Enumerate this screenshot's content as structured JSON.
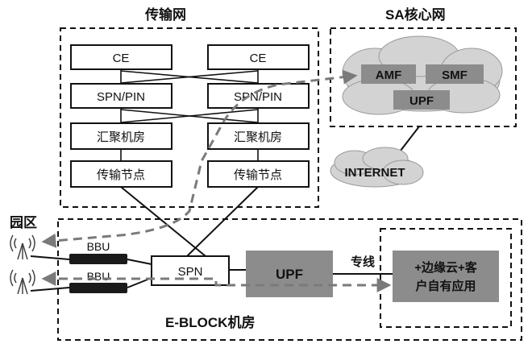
{
  "transport": {
    "title": "传输网",
    "left_stack": [
      "CE",
      "SPN/PIN",
      "汇聚机房",
      "传输节点"
    ],
    "right_stack": [
      "CE",
      "SPN/PIN",
      "汇聚机房",
      "传输节点"
    ]
  },
  "sa_core": {
    "title": "SA核心网",
    "nodes": [
      "AMF",
      "SMF",
      "UPF"
    ]
  },
  "internet_label": "INTERNET",
  "campus_label": "园区",
  "eblock": {
    "title": "E-BLOCK机房",
    "bbu_labels": [
      "BBU",
      "BBU"
    ],
    "spn_label": "SPN",
    "upf_label": "UPF",
    "link_label": "专线",
    "edge_app_line1": "+边缘云+客",
    "edge_app_line2": "户自有应用"
  },
  "colors": {
    "box_fill": "#ffffff",
    "node_fill": "#8c8c8c",
    "cloud_fill": "#d3d3d3",
    "bbu_fill": "#1a1a1a",
    "line": "#111111",
    "dashed_arrow": "#7a7a7a"
  }
}
